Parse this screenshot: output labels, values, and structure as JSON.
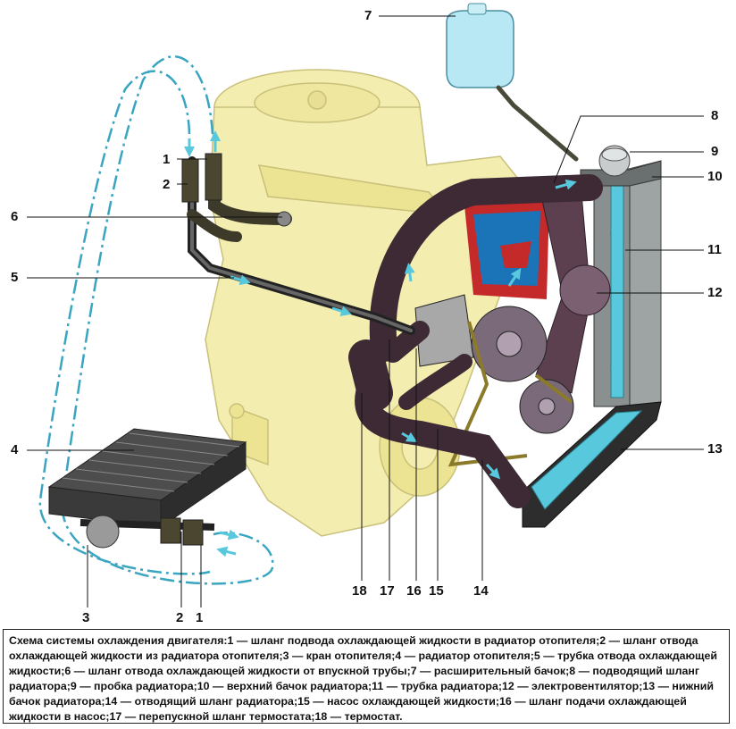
{
  "callouts": {
    "c1_top": "1",
    "c2_top": "2",
    "c6": "6",
    "c5": "5",
    "c4": "4",
    "c3": "3",
    "c2_bottom": "2",
    "c1_bottom": "1",
    "c7": "7",
    "c8": "8",
    "c9": "9",
    "c10": "10",
    "c11": "11",
    "c12": "12",
    "c13": "13",
    "c14": "14",
    "c15": "15",
    "c16": "16",
    "c17": "17",
    "c18": "18"
  },
  "caption": "Схема системы охлаждения двигателя:1 — шланг подвода охлаждающей жидкости в радиатор отопителя;2 — шланг отвода охлаждающей жидкости из радиатора отопителя;3 — кран отопителя;4 — радиатор отопителя;5 — трубка отвода охлаждающей жидкости;6 — шланг отвода охлаждающей жидкости от впускной трубы;7 — расширительный бачок;8 — подводящий шланг радиатора;9 — пробка радиатора;10 — верхний бачок радиатора;11 — трубка радиатора;12 — электровентилятор;13 — нижний бачок радиатора;14 — отводящий шланг радиатора;15 — насос охлаждающей жидкости;16 — шланг подачи охлаждающей жидкости в насос;17 — перепускной шланг термостата;18 — термостат.",
  "colors": {
    "engine": "#f3eeb0",
    "engine_stroke": "#c9c07a",
    "hose": "#3d2a35",
    "tank": "#b8e8f3",
    "coolant": "#58c8dc",
    "coolant_blue": "#1b73b8",
    "coolant_red": "#c42a2a",
    "radiator": "#8a8f90",
    "pipe": "#222222",
    "dash_line": "#3aa5c0"
  },
  "icons": [
    "flow-arrow-icon"
  ]
}
